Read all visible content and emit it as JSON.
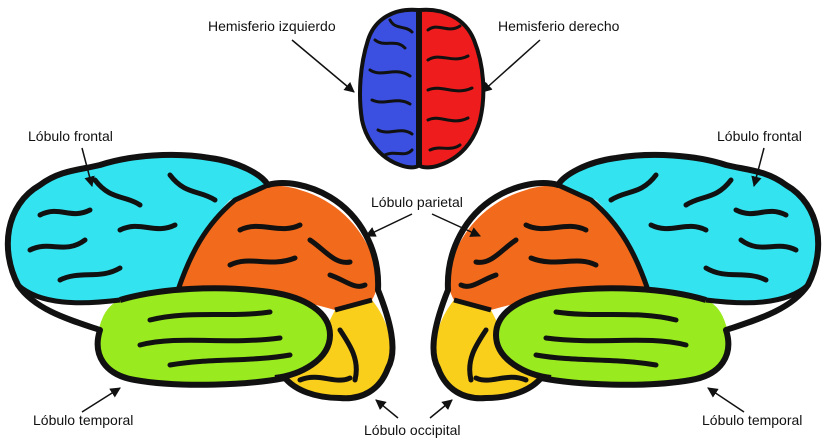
{
  "labels": {
    "left_hemisphere": "Hemisferio izquierdo",
    "right_hemisphere": "Hemisferio derecho",
    "frontal_left": "Lóbulo frontal",
    "frontal_right": "Lóbulo frontal",
    "parietal": "Lóbulo parietal",
    "temporal_left": "Lóbulo temporal",
    "temporal_right": "Lóbulo temporal",
    "occipital": "Lóbulo occipital"
  },
  "colors": {
    "left_hemisphere": "#3b4fe0",
    "right_hemisphere": "#ee1c1c",
    "frontal": "#33e4f0",
    "parietal": "#f26a1b",
    "temporal": "#99ea1e",
    "occipital": "#f9cf1c",
    "outline": "#111111"
  }
}
